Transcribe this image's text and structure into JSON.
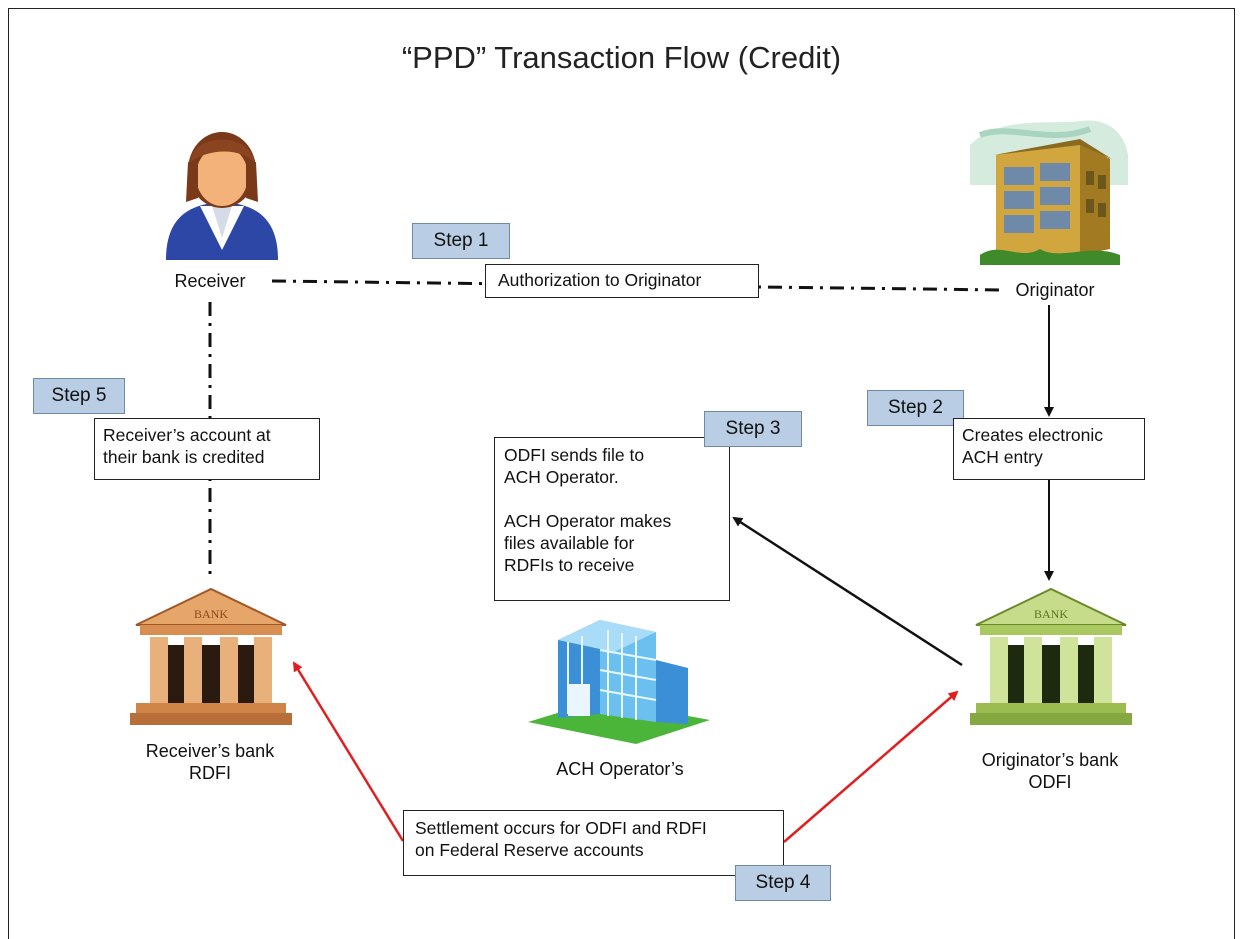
{
  "title": "“PPD” Transaction Flow (Credit)",
  "nodes": {
    "receiver": "Receiver",
    "originator": "Originator",
    "receiver_bank": [
      "Receiver’s bank",
      "RDFI"
    ],
    "originator_bank": [
      "Originator’s bank",
      "ODFI"
    ],
    "ach_operator": "ACH Operator’s"
  },
  "steps": {
    "step1": {
      "label": "Step 1",
      "text": [
        "Authorization to Originator"
      ]
    },
    "step2": {
      "label": "Step 2",
      "text": [
        "Creates electronic",
        "ACH entry"
      ]
    },
    "step3": {
      "label": "Step 3",
      "text": [
        "ODFI sends file to",
        "ACH Operator.",
        "",
        "ACH Operator makes",
        "files available for",
        "RDFIs to receive"
      ]
    },
    "step4": {
      "label": "Step 4",
      "text": [
        "Settlement  occurs for ODFI and RDFI",
        "on Federal Reserve accounts"
      ]
    },
    "step5": {
      "label": "Step 5",
      "text": [
        "Receiver’s account at",
        "their bank is credited"
      ]
    }
  },
  "bank_sign": "BANK",
  "colors": {
    "step_fill": "#b9cde4",
    "settlement_arrow": "#e02020",
    "flow_arrow": "#111111"
  }
}
